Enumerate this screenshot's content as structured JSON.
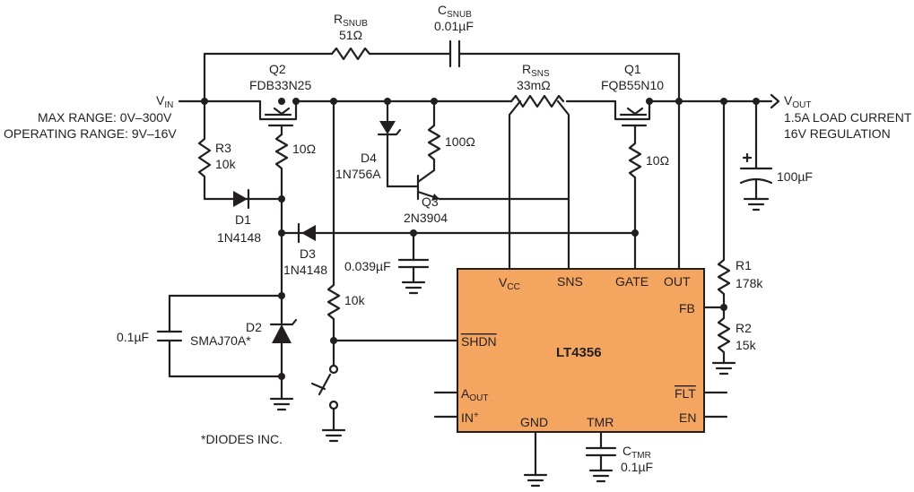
{
  "labels": {
    "rsnub_name": "R",
    "rsnub_sub": "SNUB",
    "rsnub_value": "51Ω",
    "csnub_name": "C",
    "csnub_sub": "SNUB",
    "csnub_value": "0.01µF",
    "q2_name": "Q2",
    "q2_part": "FDB33N25",
    "rsns_name": "R",
    "rsns_sub": "SNS",
    "rsns_value": "33mΩ",
    "q1_name": "Q1",
    "q1_part": "FQB55N10",
    "vin_name": "V",
    "vin_sub": "IN",
    "vin_max": "MAX RANGE: 0V–300V",
    "vin_operating": "OPERATING RANGE: 9V–16V",
    "vout_name": "V",
    "vout_sub": "OUT",
    "vout_load": "1.5A LOAD CURRENT",
    "vout_reg": "16V REGULATION",
    "r3_name": "R3",
    "r3_value": "10k",
    "q2_gate_res": "10Ω",
    "d4_name": "D4",
    "d4_part": "1N756A",
    "q3_res": "100Ω",
    "q1_gate_res": "10Ω",
    "cout_value": "100µF",
    "d1_name": "D1",
    "d1_part": "1N4148",
    "q3_name": "Q3",
    "q3_part": "2N3904",
    "d3_name": "D3",
    "d3_part": "1N4148",
    "c039_value": "0.039µF",
    "r1_name": "R1",
    "r1_value": "178k",
    "r2_name": "R2",
    "r2_value": "15k",
    "c01_value": "0.1µF",
    "d2_name": "D2",
    "d2_part": "SMAJ70A*",
    "r10k_value": "10k",
    "footnote": "*DIODES INC.",
    "ctmr_name": "C",
    "ctmr_sub": "TMR",
    "ctmr_value": "0.1µF"
  },
  "chip": {
    "name": "LT4356",
    "fill_color": "#f4a661",
    "pin_vcc": "V",
    "pin_vcc_sub": "CC",
    "pin_sns": "SNS",
    "pin_gate": "GATE",
    "pin_out": "OUT",
    "pin_fb": "FB",
    "pin_shdn": "SHDN",
    "pin_flt": "FLT",
    "pin_aout": "A",
    "pin_aout_sub": "OUT",
    "pin_en": "EN",
    "pin_in": "IN",
    "pin_in_sup": "+",
    "pin_gnd": "GND",
    "pin_tmr": "TMR"
  }
}
